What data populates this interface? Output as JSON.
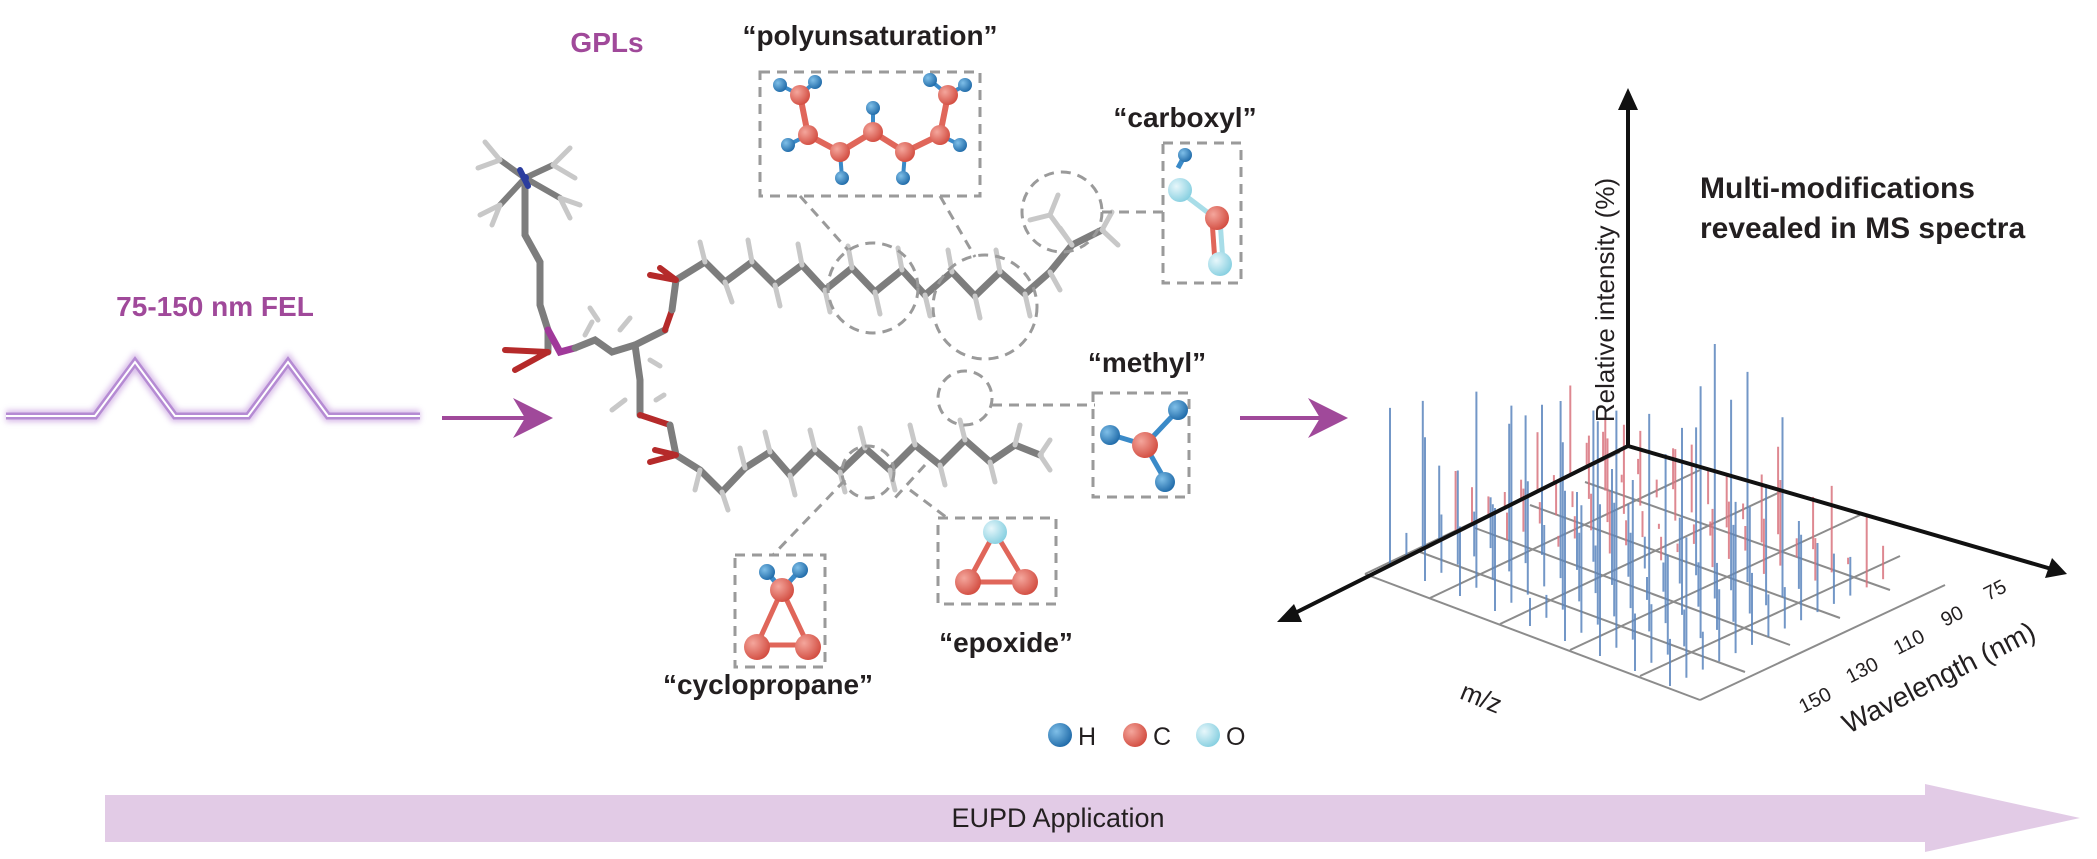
{
  "source_label": "75-150 nm FEL",
  "molecule_label": "GPLs",
  "modifications": {
    "polyunsaturation": "“polyunsaturation”",
    "carboxyl": "“carboxyl”",
    "methyl": "“methyl”",
    "epoxide": "“epoxide”",
    "cyclopropane": "“cyclopropane”"
  },
  "legend": {
    "items": [
      {
        "label": "H",
        "color": "#2f7fbd"
      },
      {
        "label": "C",
        "color": "#e0665a"
      },
      {
        "label": "O",
        "color": "#a8dde8"
      }
    ]
  },
  "spectrum": {
    "headline_line1": "Multi-modifications",
    "headline_line2": "revealed in MS spectra",
    "y_axis_label": "Relative intensity (%)",
    "x_axis_label": "m/z",
    "z_axis_label": "Wavelength (nm)",
    "wavelength_ticks": [
      "75",
      "90",
      "110",
      "130",
      "150"
    ]
  },
  "banner_label": "EUPD Application",
  "colors": {
    "purple": "#a0499a",
    "arrow": "#a0499a",
    "banner": "#e2cbe6",
    "h_atom": "#2f7fbd",
    "c_atom": "#e0665a",
    "o_atom": "#a8dde8",
    "blue_peak": "#5b86be",
    "red_peak": "#d9747e"
  }
}
